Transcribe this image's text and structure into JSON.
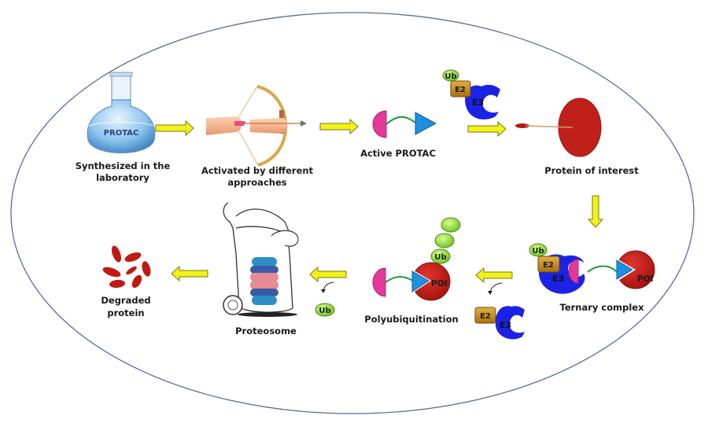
{
  "colors": {
    "ellipse_stroke": "#5a6c9a",
    "arrow_fill": "#f2f21a",
    "arrow_stroke": "#7a7a10",
    "warhead_pink": "#e33a9a",
    "ligand_blue": "#1f8fe0",
    "linker_green": "#1d9a3a",
    "e3_blue": "#1a22e6",
    "e2_gold": "#c8901a",
    "ub_green": "#9fe04a",
    "poi_red": "#c0201a",
    "flask_blue": "#6fb0e0",
    "proteasome_blue": "#2f8fc4",
    "proteasome_pink": "#e88a94",
    "proteasome_navy": "#3a5aa8"
  },
  "steps": {
    "synthesized": {
      "line1": "Synthesized in the",
      "line2": "laboratory",
      "flask_label": "PROTAC"
    },
    "activated": {
      "line1": "Activated by different",
      "line2": "approaches"
    },
    "active_protac": {
      "label": "Active PROTAC"
    },
    "protein_of_interest": {
      "label": "Protein of interest"
    },
    "ternary_complex": {
      "label": "Ternary complex"
    },
    "polyubiquitination": {
      "label": "Polyubiquitination"
    },
    "proteosome": {
      "label": "Proteosome"
    },
    "degraded": {
      "line1": "Degraded",
      "line2": "protein"
    }
  },
  "molecule_labels": {
    "ub": "Ub",
    "e2": "E2",
    "e3": "E3",
    "poi": "POI"
  }
}
